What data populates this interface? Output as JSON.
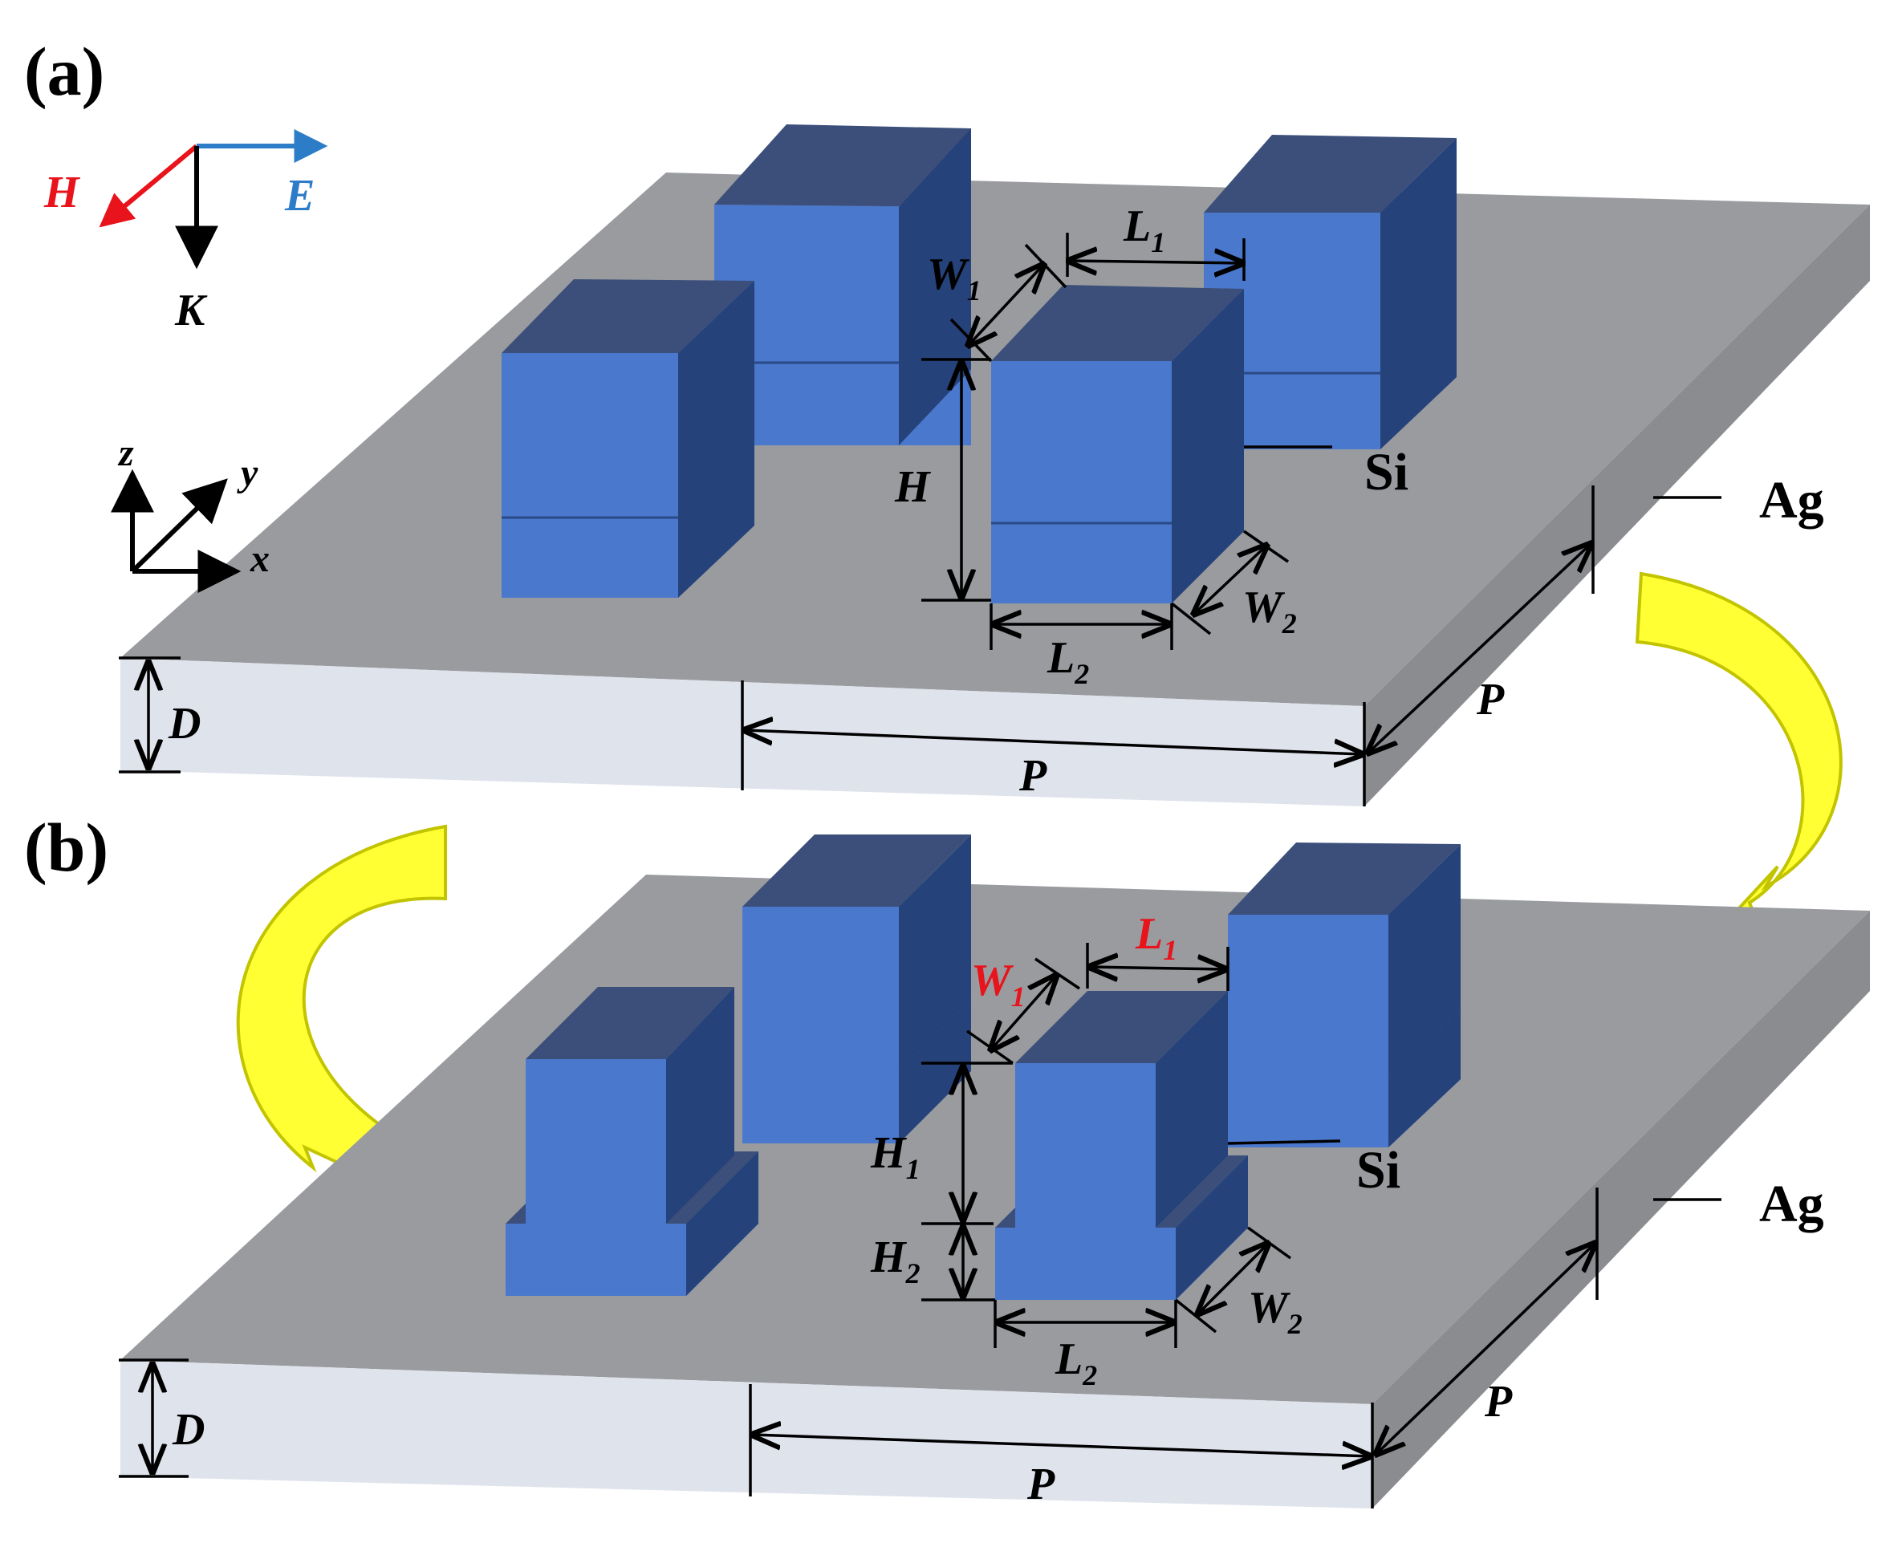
{
  "panels": {
    "a": {
      "tag": "(a)",
      "labels": {
        "W1": {
          "main": "W",
          "sub": "1"
        },
        "L1": {
          "main": "L",
          "sub": "1"
        },
        "H": "H",
        "L2": {
          "main": "L",
          "sub": "2"
        },
        "W2": {
          "main": "W",
          "sub": "2"
        },
        "D": "D",
        "P_front": "P",
        "P_side": "P"
      },
      "materials": {
        "si": "Si",
        "ag": "Ag"
      }
    },
    "b": {
      "tag": "(b)",
      "labels": {
        "W1": {
          "main": "W",
          "sub": "1"
        },
        "L1": {
          "main": "L",
          "sub": "1"
        },
        "H1": {
          "main": "H",
          "sub": "1"
        },
        "H2": {
          "main": "H",
          "sub": "2"
        },
        "L2": {
          "main": "L",
          "sub": "2"
        },
        "W2": {
          "main": "W",
          "sub": "2"
        },
        "D": "D",
        "P_front": "P",
        "P_side": "P"
      },
      "materials": {
        "si": "Si",
        "ag": "Ag"
      }
    }
  },
  "field_axes": {
    "H": "H",
    "E": "E",
    "K": "K"
  },
  "coord_axes": {
    "z": "z",
    "y": "y",
    "x": "x"
  },
  "colors": {
    "slab_top": "#999b9f",
    "slab_side": "#8a8c90",
    "slab_front": "#dfe3ec",
    "block_front": "#4a78cd",
    "block_top": "#3b4f7a",
    "block_side": "#26427a",
    "arrow_fill": "#ffff33",
    "arrow_edge": "#c2c400",
    "H_field": "#e8131b",
    "E_field": "#2c7cc7",
    "highlight_label": "#e8131b"
  }
}
